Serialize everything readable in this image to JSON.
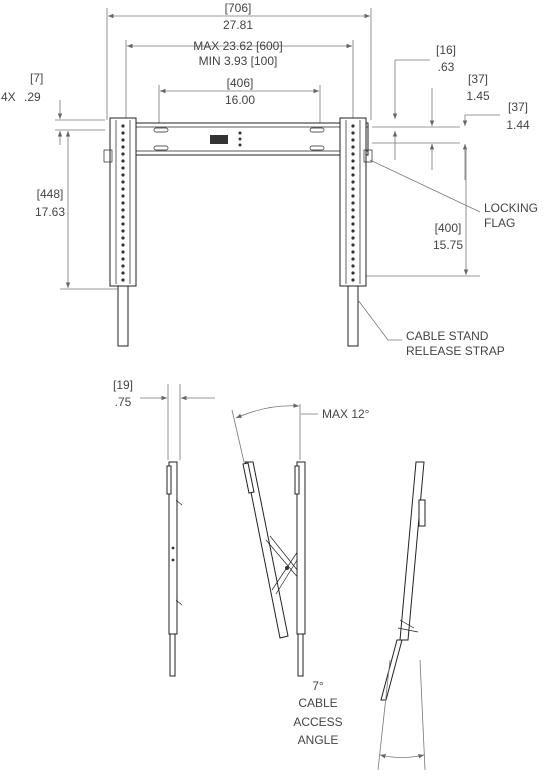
{
  "front_view": {
    "overall_width": {
      "mm": "[706]",
      "in": "27.81"
    },
    "rail_spacing": {
      "max": "MAX 23.62 [600]",
      "min": "MIN 3.93 [100]"
    },
    "bracket_slots": {
      "mm": "[406]",
      "in": "16.00"
    },
    "hole_dia": {
      "mm": "[7]",
      "qty": "4X",
      "in": ".29"
    },
    "edge_offset": {
      "mm": "[16]",
      "in": ".63"
    },
    "slot_offset_top": {
      "mm": "[37]",
      "in": "1.45"
    },
    "slot_offset_bottom": {
      "mm": "[37]",
      "in": "1.44"
    },
    "rail_height": {
      "mm": "[448]",
      "in": "17.63"
    },
    "vertical_pattern": {
      "mm": "[400]",
      "in": "15.75"
    },
    "callouts": {
      "locking_flag_1": "LOCKING",
      "locking_flag_2": "FLAG",
      "cable_strap_1": "CABLE STAND",
      "cable_strap_2": "RELEASE STRAP"
    }
  },
  "side_view": {
    "depth": {
      "mm": "[19]",
      "in": ".75"
    },
    "tilt": "MAX 12°",
    "cable_angle": {
      "deg": "7°",
      "l1": "CABLE",
      "l2": "ACCESS",
      "l3": "ANGLE"
    }
  }
}
